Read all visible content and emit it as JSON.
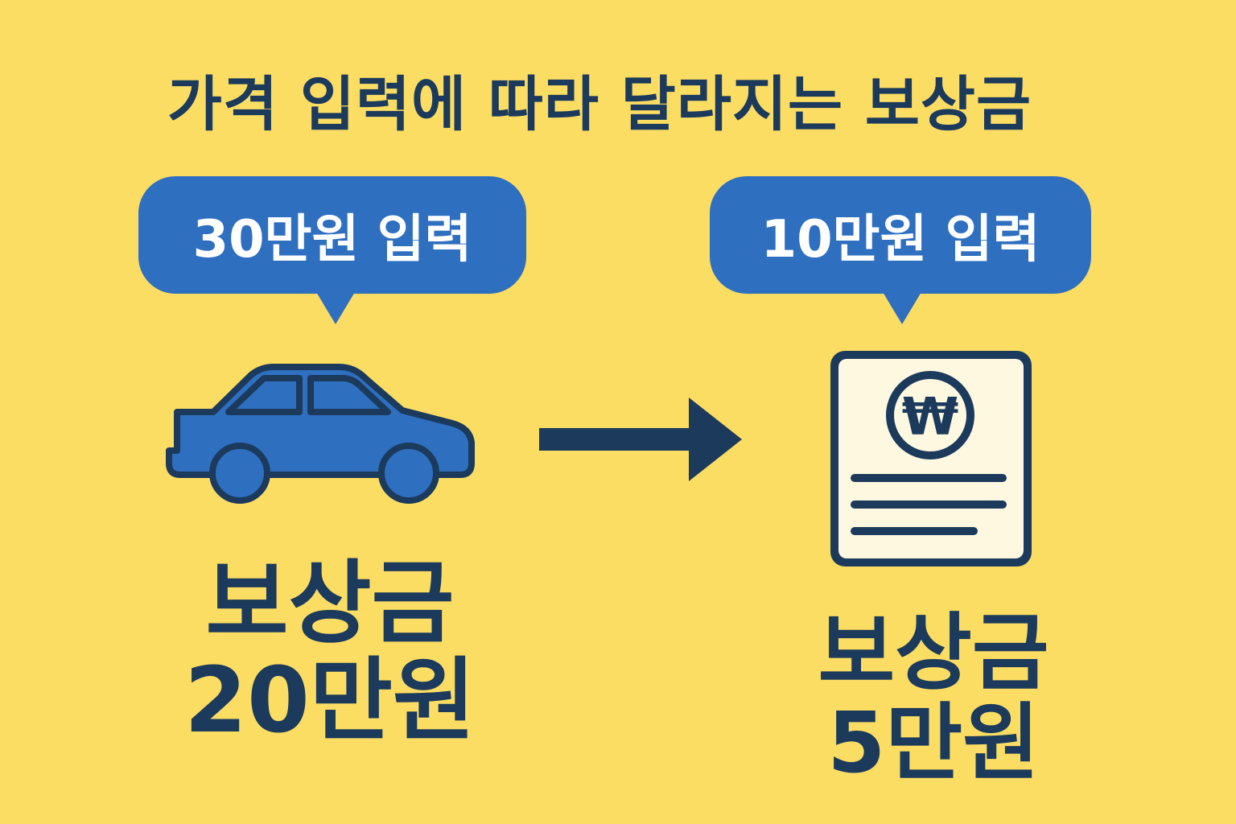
{
  "title": "가격 입력에 따라 달라지는 보상금",
  "left": {
    "bubble_label": "30만원 입력",
    "reward_label": "보상금",
    "reward_amount": "20만원",
    "icon": "car-icon"
  },
  "right": {
    "bubble_label": "10만원 입력",
    "reward_label": "보상금",
    "reward_amount": "5만원",
    "icon": "won-document-icon",
    "currency_symbol": "₩"
  },
  "colors": {
    "background": "#FCDD63",
    "navy": "#1B3A5C",
    "blue": "#2F6FC0",
    "paper": "#FFF8E1"
  }
}
